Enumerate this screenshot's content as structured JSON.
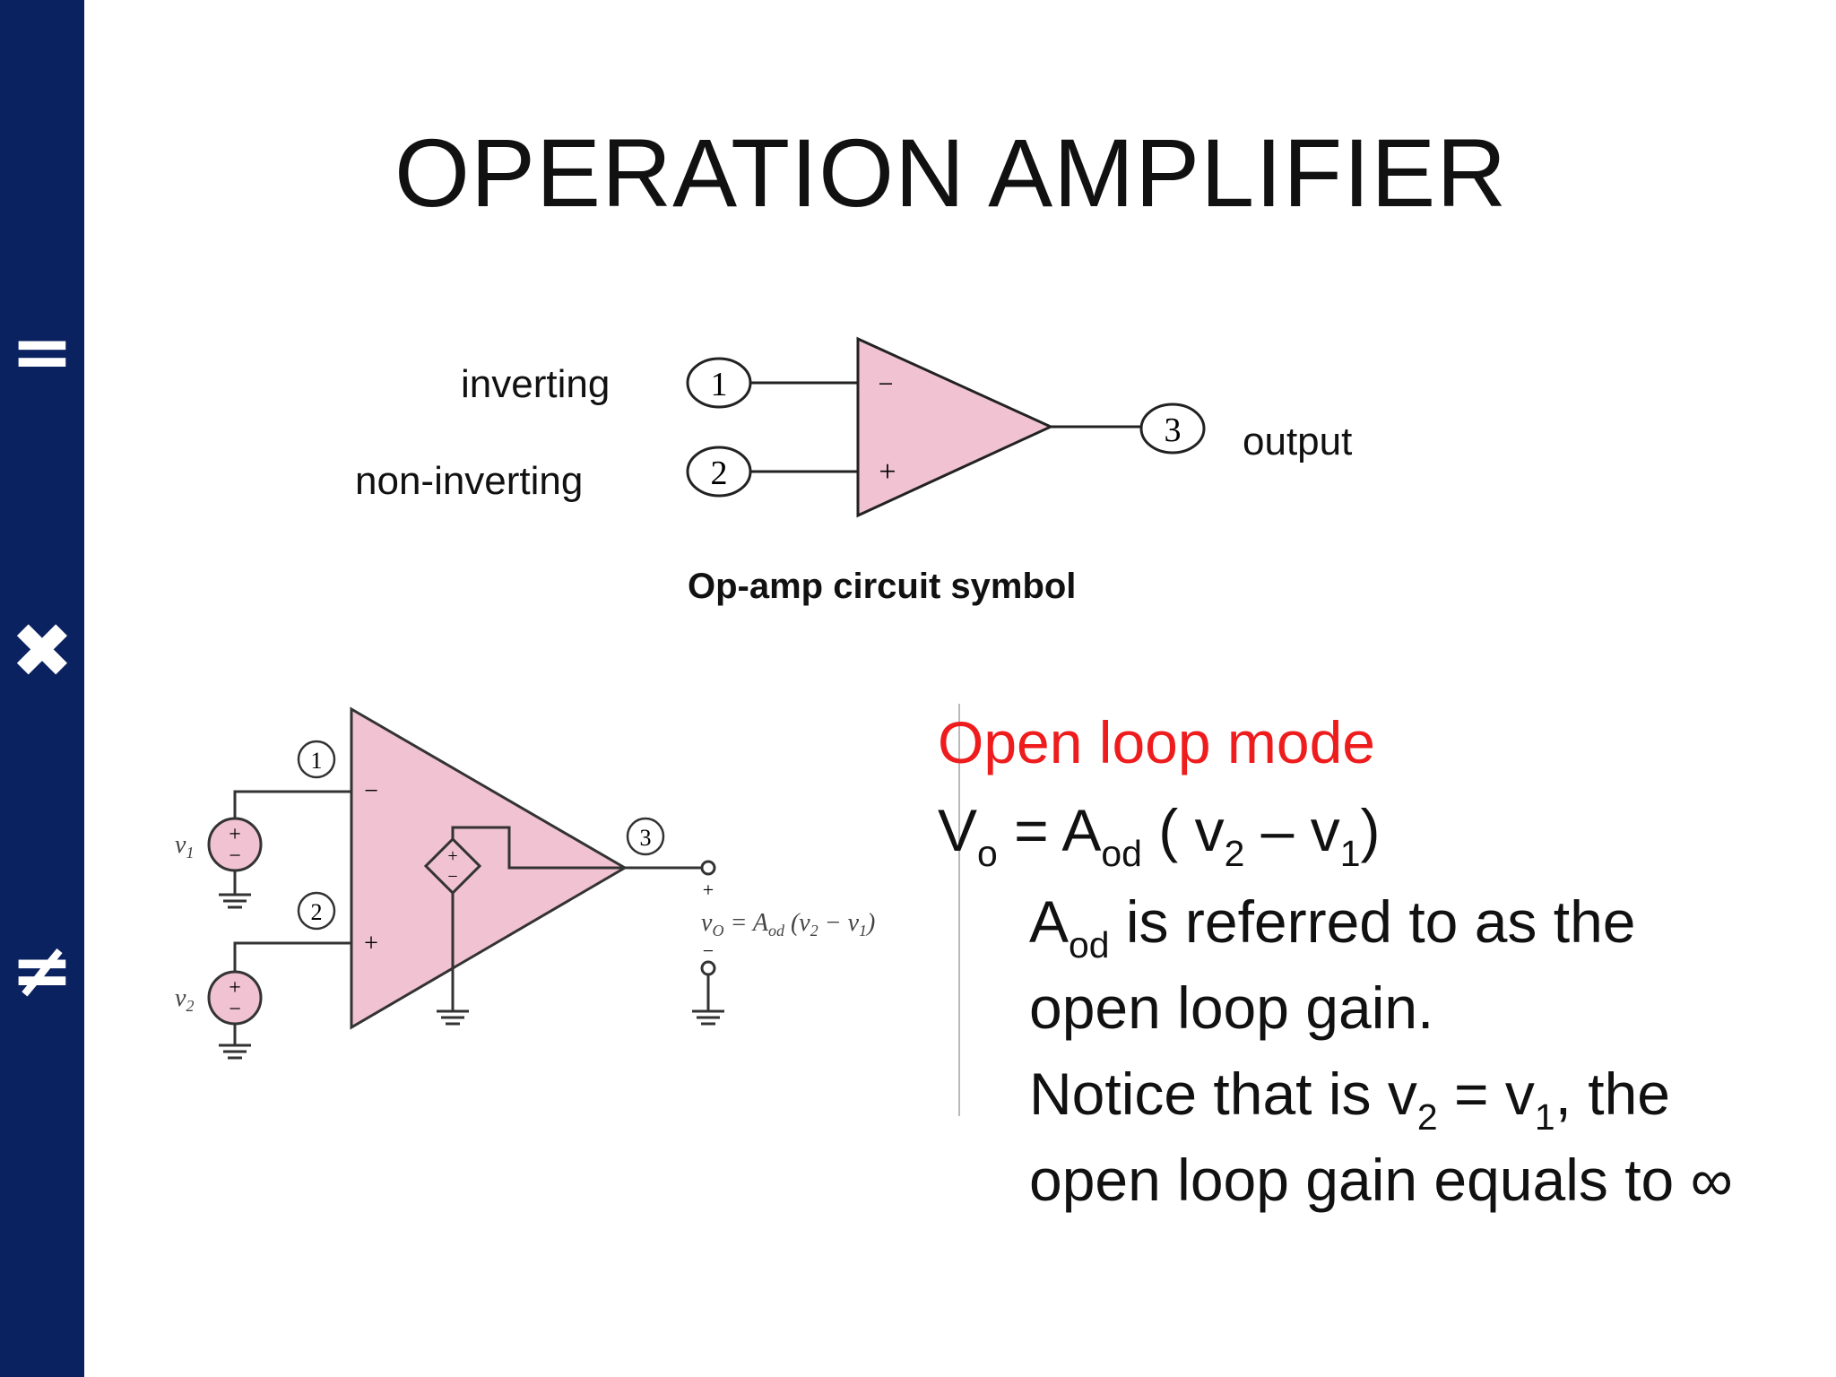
{
  "sidebar": {
    "symbols": [
      "=",
      "✖",
      "≠"
    ]
  },
  "title": "OPERATION AMPLIFIER",
  "symbol_diagram": {
    "label_inverting": "inverting",
    "label_noninverting": "non-inverting",
    "label_output": "output",
    "terminals": [
      "1",
      "2",
      "3"
    ],
    "minus_sign": "−",
    "plus_sign": "+",
    "caption": "Op-amp circuit symbol"
  },
  "circuit_diagram": {
    "terminals": [
      "1",
      "2",
      "3"
    ],
    "source_1": "v",
    "source_1_sub": "1",
    "source_2": "v",
    "source_2_sub": "2",
    "output_expr": "v",
    "output_expr_sub": "O",
    "output_expr_rest": " = A",
    "output_expr_sub2": "od",
    "output_expr_tail": " (v",
    "output_expr_sub3": "2",
    "output_expr_tail2": " − v",
    "output_expr_sub4": "1",
    "output_expr_tail3": ")"
  },
  "open_loop": {
    "heading": "Open loop mode",
    "eq_V": "V",
    "eq_V_sub": "o",
    "eq_mid": " = A",
    "eq_A_sub": "od",
    "eq_paren": " ( v",
    "eq_v2_sub": "2",
    "eq_minus": " – v",
    "eq_v1_sub": "1",
    "eq_close": ")",
    "l1_A": "A",
    "l1_A_sub": "od",
    "l1_rest": " is referred to as the",
    "l2": "open loop gain.",
    "l3_a": "Notice that is v",
    "l3_sub_a": "2",
    "l3_b": " = v",
    "l3_sub_b": "1",
    "l3_c": ", the",
    "l4": "open loop gain equals to ∞"
  }
}
